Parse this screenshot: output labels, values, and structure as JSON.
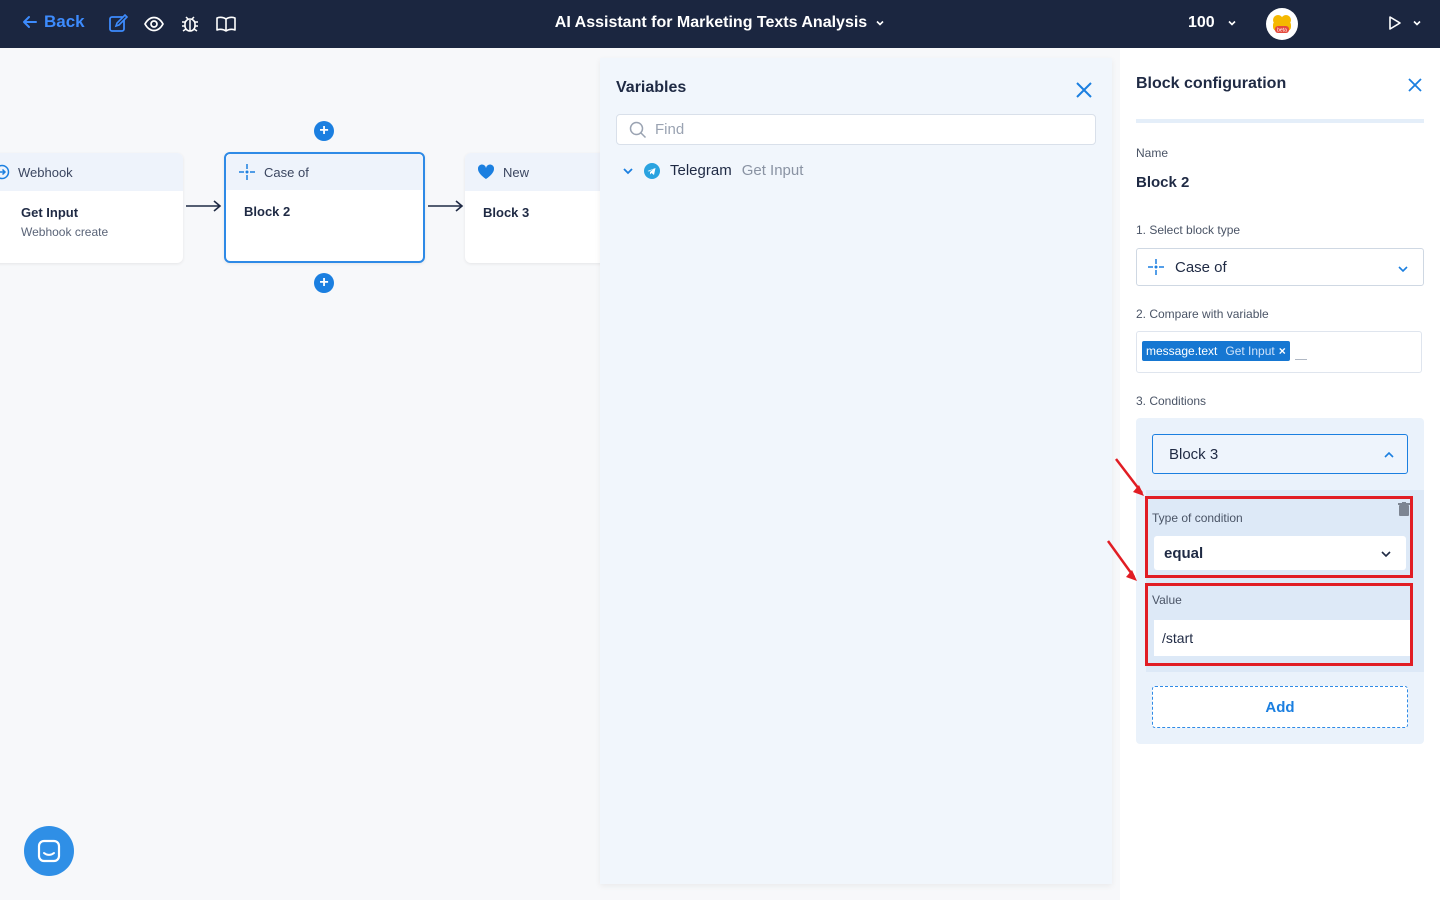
{
  "topbar": {
    "back_label": "Back",
    "title": "AI Assistant for Marketing Texts Analysis",
    "zoom": "100",
    "avatar_badge": "beta"
  },
  "canvas": {
    "nodes": [
      {
        "header": "Webhook",
        "title": "Get Input",
        "subtitle": "Webhook create"
      },
      {
        "header": "Case of",
        "title": "Block 2",
        "subtitle": ""
      },
      {
        "header": "New",
        "title": "Block 3",
        "subtitle": ""
      }
    ]
  },
  "variables_panel": {
    "title": "Variables",
    "search_placeholder": "Find",
    "tree": [
      {
        "name": "Telegram",
        "sub": "Get Input"
      }
    ]
  },
  "config_panel": {
    "title": "Block configuration",
    "name_label": "Name",
    "name_value": "Block 2",
    "block_type_label": "1. Select block type",
    "block_type_value": "Case of",
    "compare_label": "2. Compare with variable",
    "compare_tag": {
      "name": "message.text",
      "source": "Get Input",
      "remove": "×"
    },
    "conditions_label": "3. Conditions",
    "condition_target": "Block 3",
    "type_label": "Type of condition",
    "type_value": "equal",
    "value_label": "Value",
    "value_value": "/start",
    "add_label": "Add"
  },
  "colors": {
    "topbar_bg": "#1b2640",
    "accent": "#1b7fe0",
    "highlight": "#e11d24"
  }
}
